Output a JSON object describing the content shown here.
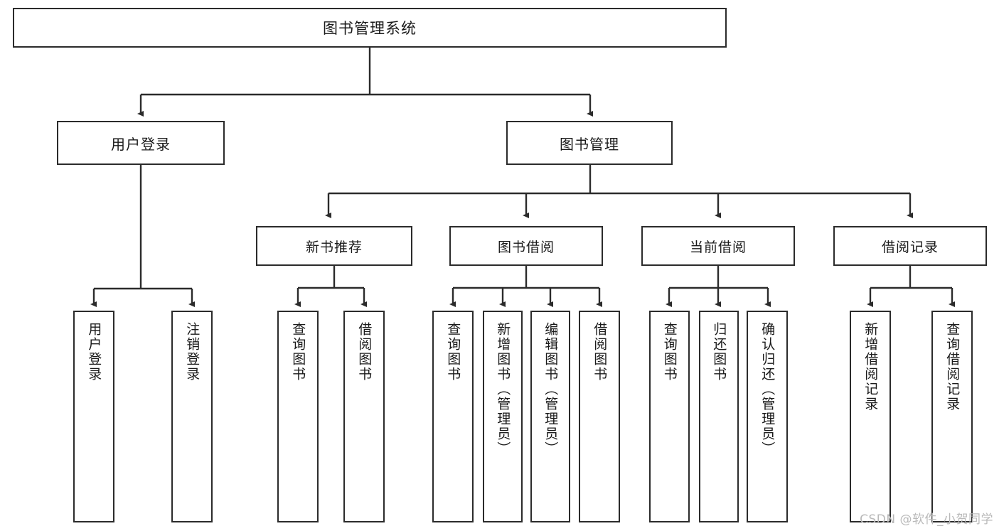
{
  "diagram": {
    "title": "图书管理系统",
    "type": "tree-hierarchy",
    "watermark": "CSDN @软件_小贺同学",
    "colors": {
      "box_border": "#2b2b2b",
      "box_fill": "#ffffff",
      "edge": "#2b2b2b",
      "text": "#1a1a1a",
      "watermark": "#b9b9b9"
    },
    "root": {
      "label": "图书管理系统"
    },
    "level2": [
      {
        "label": "用户登录"
      },
      {
        "label": "图书管理"
      }
    ],
    "level3": [
      {
        "label": "新书推荐"
      },
      {
        "label": "图书借阅"
      },
      {
        "label": "当前借阅"
      },
      {
        "label": "借阅记录"
      }
    ],
    "leaves": {
      "user_login": [
        {
          "label": "用户登录"
        },
        {
          "label": "注销登录"
        }
      ],
      "new_book_recommend": [
        {
          "label": "查询图书"
        },
        {
          "label": "借阅图书"
        }
      ],
      "book_borrow": [
        {
          "label": "查询图书"
        },
        {
          "label": "新增图书（管理员）"
        },
        {
          "label": "编辑图书（管理员）"
        },
        {
          "label": "借阅图书"
        }
      ],
      "current_borrow": [
        {
          "label": "查询图书"
        },
        {
          "label": "归还图书"
        },
        {
          "label": "确认归还（管理员）"
        }
      ],
      "borrow_records": [
        {
          "label": "新增借阅记录"
        },
        {
          "label": "查询借阅记录"
        }
      ]
    }
  }
}
